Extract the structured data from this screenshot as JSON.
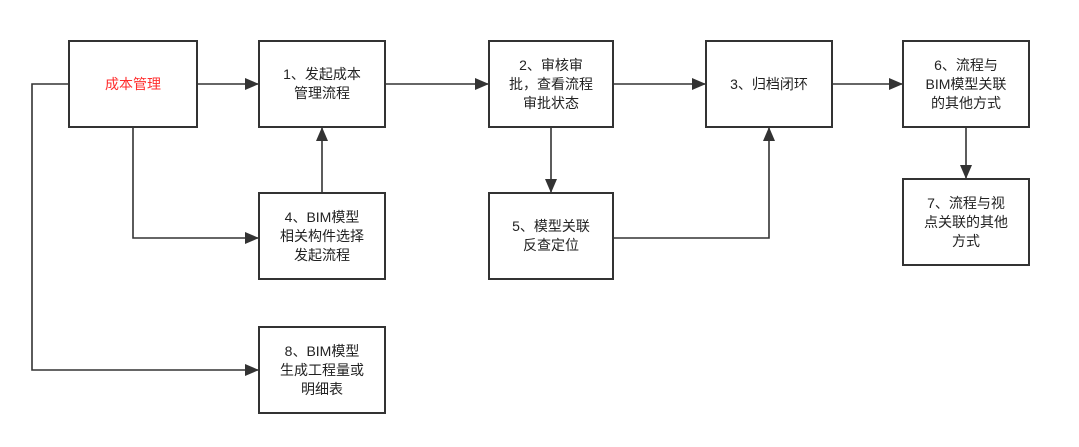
{
  "nodes": {
    "cost_mgmt": {
      "lines": [
        "成本管理"
      ]
    },
    "step1": {
      "lines": [
        "1、发起成本",
        "管理流程"
      ]
    },
    "step2": {
      "lines": [
        "2、审核审",
        "批，查看流程",
        "审批状态"
      ]
    },
    "step3": {
      "lines": [
        "3、归档闭环"
      ]
    },
    "step4": {
      "lines": [
        "4、BIM模型",
        "相关构件选择",
        "发起流程"
      ]
    },
    "step5": {
      "lines": [
        "5、模型关联",
        "反查定位"
      ]
    },
    "step6": {
      "lines": [
        "6、流程与",
        "BIM模型关联",
        "的其他方式"
      ]
    },
    "step7": {
      "lines": [
        "7、流程与视",
        "点关联的其他",
        "方式"
      ]
    },
    "step8": {
      "lines": [
        "8、BIM模型",
        "生成工程量或",
        "明细表"
      ]
    }
  },
  "colors": {
    "highlight_text": "#ff2d2d",
    "border": "#333333",
    "text": "#222222",
    "background": "#ffffff"
  }
}
